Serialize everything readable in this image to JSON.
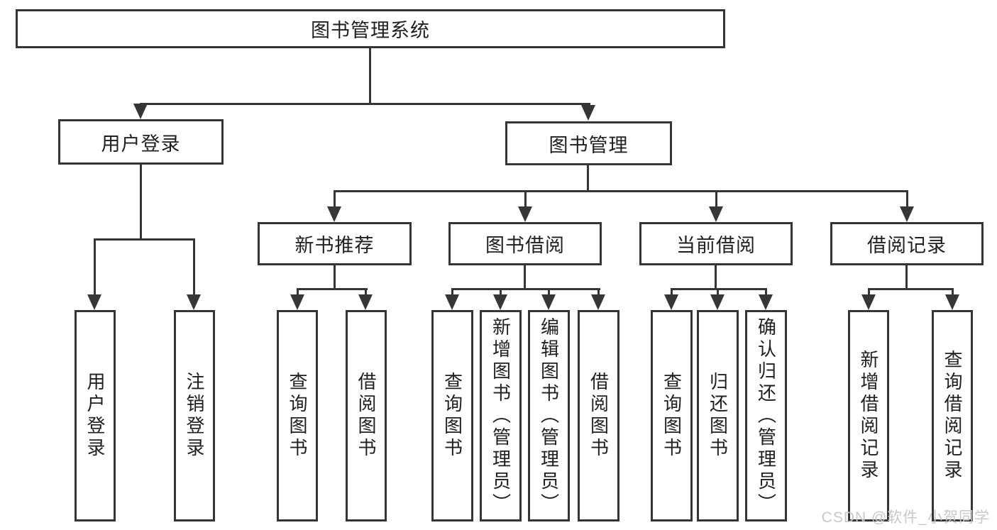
{
  "diagram": {
    "title": "图书管理系统",
    "branches": {
      "user_login": {
        "label": "用户登录",
        "children": [
          "用户登录",
          "注销登录"
        ]
      },
      "book_mgmt": {
        "label": "图书管理",
        "sections": [
          {
            "label": "新书推荐",
            "children": [
              "查询图书",
              "借阅图书"
            ]
          },
          {
            "label": "图书借阅",
            "children": [
              "查询图书",
              "新增图书（管理员）",
              "编辑图书（管理员）",
              "借阅图书"
            ]
          },
          {
            "label": "当前借阅",
            "children": [
              "查询图书",
              "归还图书",
              "确认归还（管理员）"
            ]
          },
          {
            "label": "借阅记录",
            "children": [
              "新增借阅记录",
              "查询借阅记录"
            ]
          }
        ]
      }
    },
    "watermark": "CSDN @软件_小贺同学",
    "colors": {
      "line": "#363636",
      "text": "#1f1f1f",
      "background": "#ffffff",
      "watermark": "#c9c9c9"
    }
  }
}
